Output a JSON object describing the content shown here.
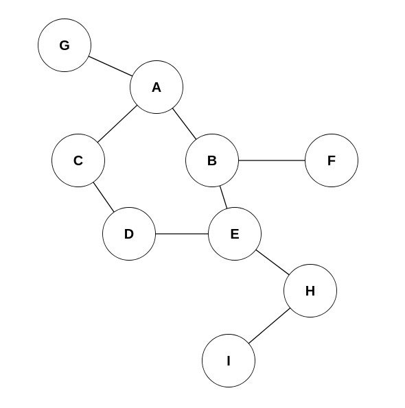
{
  "diagram": {
    "type": "undirected-graph",
    "nodes": [
      {
        "id": "G",
        "label": "G"
      },
      {
        "id": "A",
        "label": "A"
      },
      {
        "id": "C",
        "label": "C"
      },
      {
        "id": "B",
        "label": "B"
      },
      {
        "id": "F",
        "label": "F"
      },
      {
        "id": "D",
        "label": "D"
      },
      {
        "id": "E",
        "label": "E"
      },
      {
        "id": "H",
        "label": "H"
      },
      {
        "id": "I",
        "label": "I"
      }
    ],
    "edges": [
      {
        "from": "G",
        "to": "A"
      },
      {
        "from": "A",
        "to": "C"
      },
      {
        "from": "A",
        "to": "B"
      },
      {
        "from": "B",
        "to": "F"
      },
      {
        "from": "B",
        "to": "E"
      },
      {
        "from": "C",
        "to": "D"
      },
      {
        "from": "D",
        "to": "E"
      },
      {
        "from": "E",
        "to": "H"
      },
      {
        "from": "H",
        "to": "I"
      }
    ],
    "colors": {
      "stroke": "#000000",
      "node_fill": "#ffffff",
      "text": "#000000"
    }
  }
}
